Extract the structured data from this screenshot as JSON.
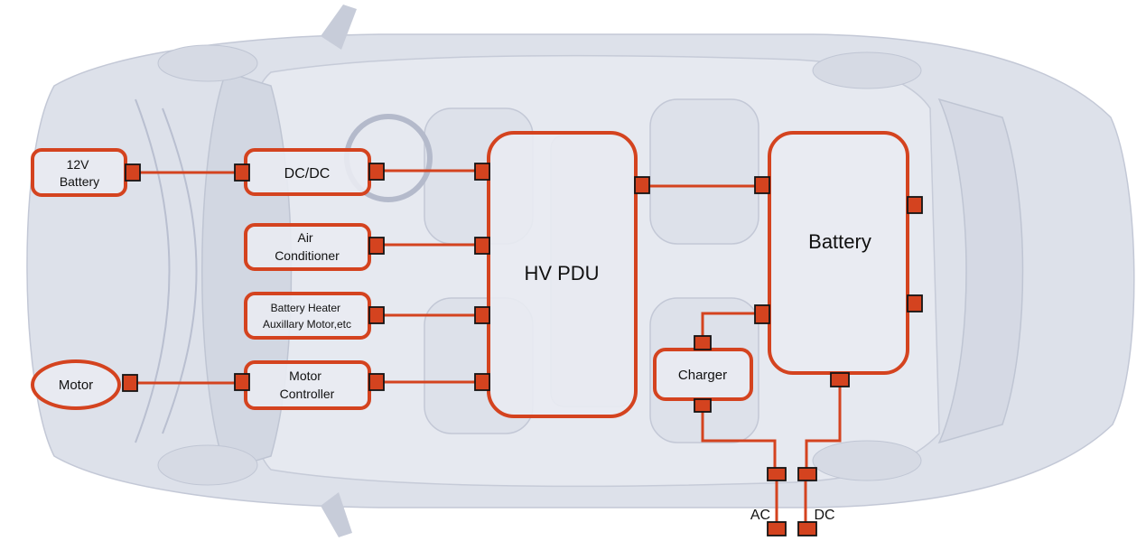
{
  "components": {
    "battery_12v": [
      "12V",
      "Battery"
    ],
    "dcdc": [
      "DC/DC"
    ],
    "air_conditioner": [
      "Air",
      "Conditioner"
    ],
    "battery_heater": [
      "Battery Heater",
      "Auxillary Motor,etc"
    ],
    "motor": [
      "Motor"
    ],
    "motor_controller": [
      "Motor",
      "Controller"
    ],
    "hv_pdu": [
      "HV PDU"
    ],
    "battery": [
      "Battery"
    ],
    "charger": [
      "Charger"
    ]
  },
  "ports": {
    "ac": "AC",
    "dc": "DC"
  },
  "colors": {
    "accent": "#d4431f",
    "connector_outline": "#141414",
    "car_body": "#dfe2ea",
    "box_fill": "#e9ebf2"
  }
}
